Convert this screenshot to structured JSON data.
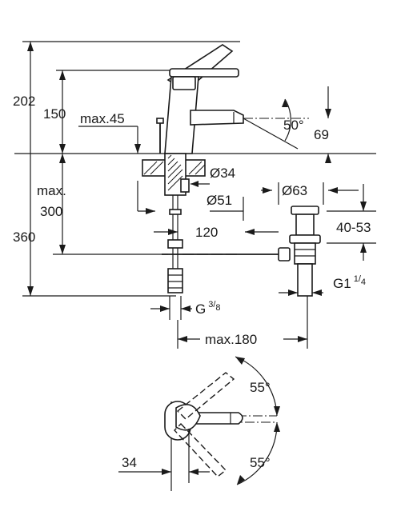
{
  "dimensions": {
    "total_height": "202",
    "spout_height": "150",
    "lever_travel": "max.45",
    "spray_angle": "50°",
    "spray_height": "69",
    "hole_diameter": "Ø34",
    "flange_diameter": "Ø51",
    "max_label": "max.",
    "max_value": "300",
    "under_height": "360",
    "rod_length": "120",
    "waste_diameter": "Ø63",
    "waste_range": "40-53",
    "waste_thread_base": "G1",
    "waste_thread_num": "1",
    "waste_thread_den": "4",
    "hose_thread_base": "G",
    "hose_thread_num": "3",
    "hose_thread_den": "8",
    "max_reach": "max.180",
    "handle_angle_top": "55°",
    "handle_angle_bottom": "55°",
    "handle_offset": "34"
  },
  "colors": {
    "line": "#1a1a1a",
    "background": "#ffffff"
  }
}
